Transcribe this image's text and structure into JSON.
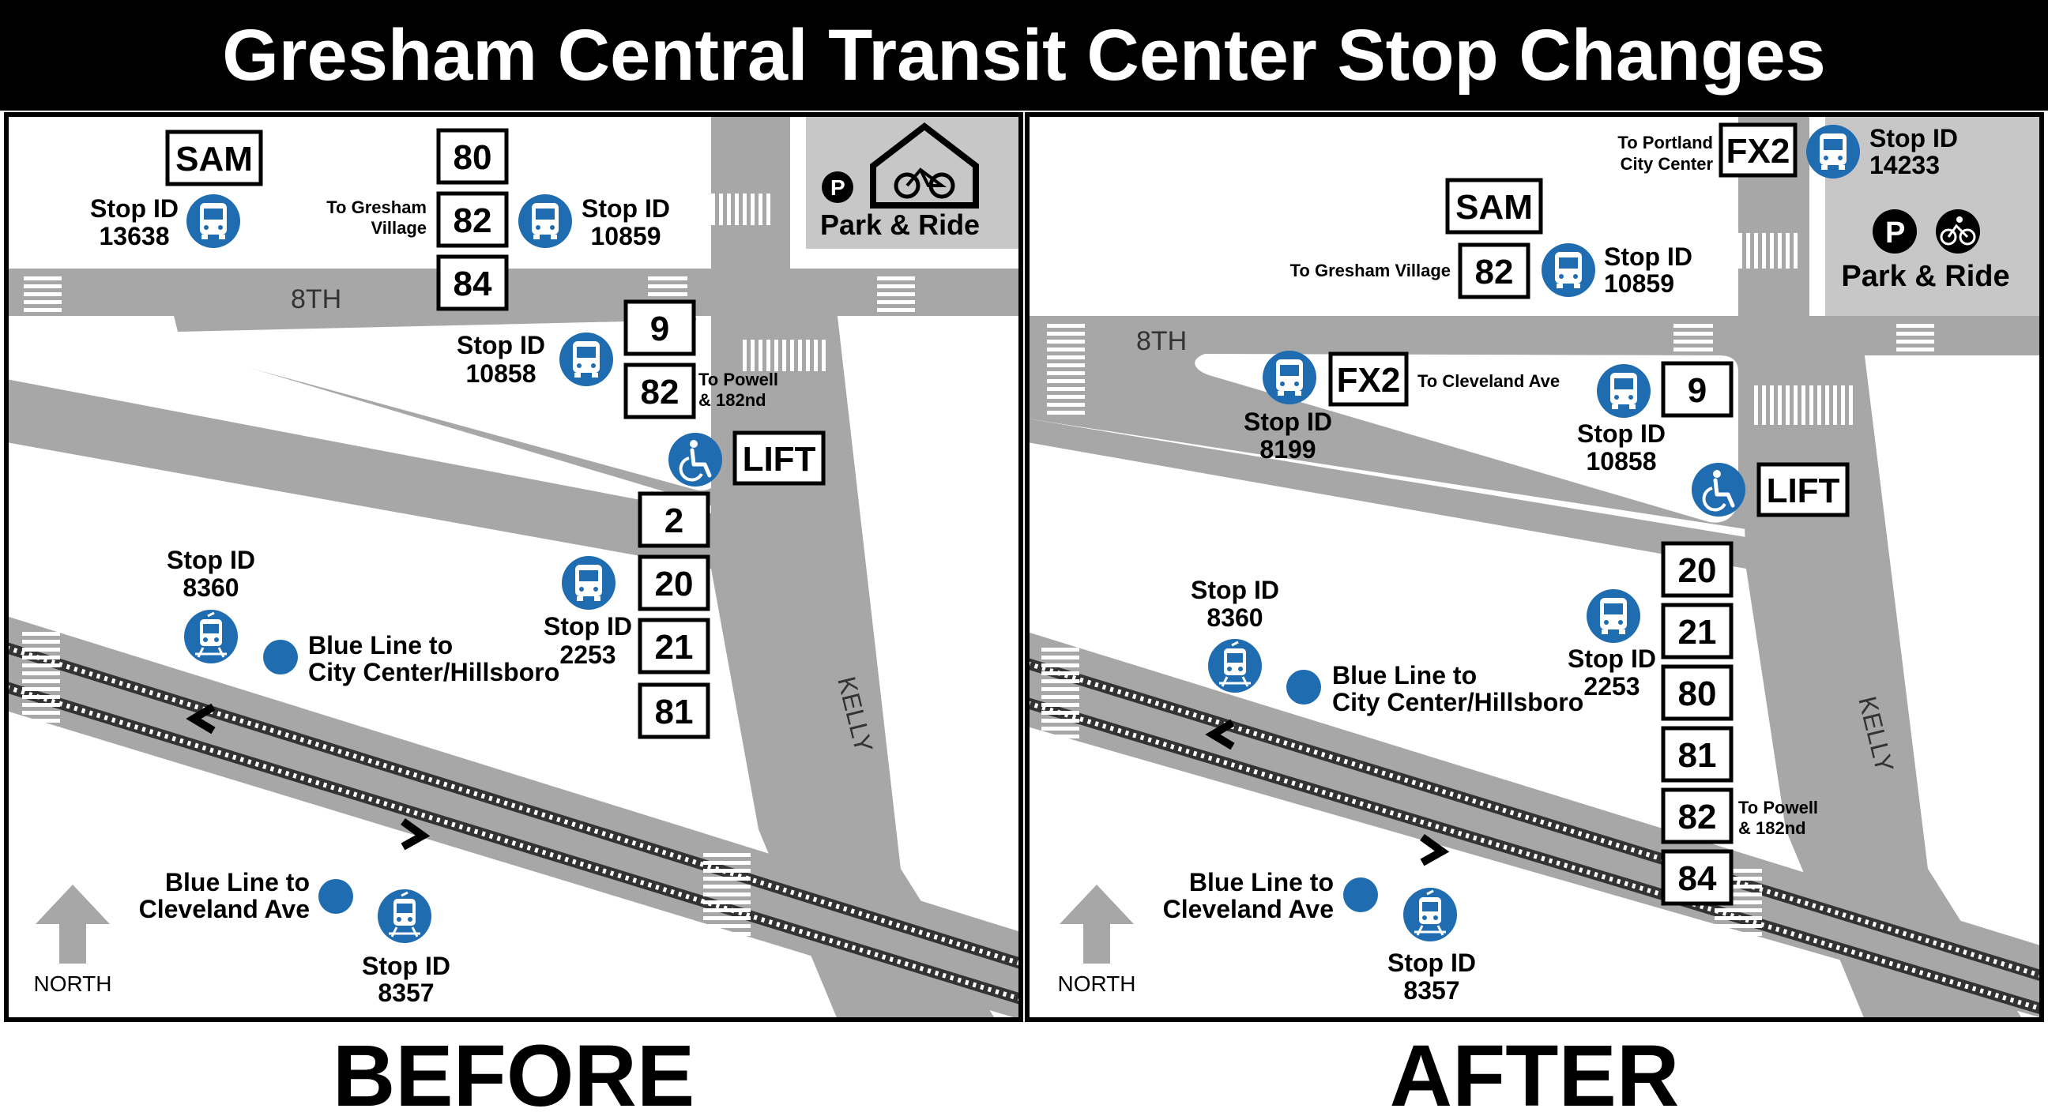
{
  "title": "Gresham Central Transit Center Stop Changes",
  "colors": {
    "transit_blue": "#1f6cb0",
    "road_gray": "#a7a7a7",
    "rail_dark": "#7d7d7d",
    "parking_gray": "#c7c7c7"
  },
  "before": {
    "label": "BEFORE",
    "street_8th": "8TH",
    "street_kelly": "KELLY",
    "north": "NORTH",
    "park_ride": {
      "label": "Park & Ride",
      "icons": [
        "parking-p-icon",
        "bike-shelter-icon"
      ]
    },
    "routes": [
      "SAM",
      "80",
      "82",
      "84",
      "9",
      "82",
      "2",
      "20",
      "21",
      "81"
    ],
    "lift": "LIFT",
    "stops": [
      {
        "label": "Stop ID",
        "id": "13638",
        "icon": "bus-icon"
      },
      {
        "label": "Stop ID",
        "id": "10859",
        "icon": "bus-icon"
      },
      {
        "label": "Stop ID",
        "id": "10858",
        "icon": "bus-icon"
      },
      {
        "label": "Stop ID",
        "id": "2253",
        "icon": "bus-icon"
      },
      {
        "label": "Stop ID",
        "id": "8360",
        "icon": "train-icon"
      },
      {
        "label": "Stop ID",
        "id": "8357",
        "icon": "train-icon"
      }
    ],
    "notes": {
      "to_gresham_village": [
        "To Gresham",
        "Village"
      ],
      "to_powell": [
        "To Powell",
        "& 182nd"
      ],
      "blue_line_city": [
        "Blue Line to",
        "City Center/Hillsboro"
      ],
      "blue_line_cleveland": [
        "Blue Line to",
        "Cleveland Ave"
      ]
    }
  },
  "after": {
    "label": "AFTER",
    "street_8th": "8TH",
    "street_kelly": "KELLY",
    "north": "NORTH",
    "park_ride": {
      "label": "Park & Ride",
      "icons": [
        "parking-p-icon",
        "bicycle-icon"
      ]
    },
    "routes": [
      "FX2",
      "SAM",
      "82",
      "FX2",
      "9",
      "20",
      "21",
      "80",
      "81",
      "82",
      "84"
    ],
    "lift": "LIFT",
    "stops": [
      {
        "label": "Stop ID",
        "id": "14233",
        "icon": "bus-icon"
      },
      {
        "label": "Stop ID",
        "id": "10859",
        "icon": "bus-icon"
      },
      {
        "label": "Stop ID",
        "id": "8199",
        "icon": "bus-icon"
      },
      {
        "label": "Stop ID",
        "id": "10858",
        "icon": "bus-icon"
      },
      {
        "label": "Stop ID",
        "id": "2253",
        "icon": "bus-icon"
      },
      {
        "label": "Stop ID",
        "id": "8360",
        "icon": "train-icon"
      },
      {
        "label": "Stop ID",
        "id": "8357",
        "icon": "train-icon"
      }
    ],
    "notes": {
      "to_portland": [
        "To Portland",
        "City Center"
      ],
      "to_gresham_village": "To Gresham Village",
      "to_cleveland": "To Cleveland Ave",
      "to_powell": [
        "To Powell",
        "& 182nd"
      ],
      "blue_line_city": [
        "Blue Line to",
        "City Center/Hillsboro"
      ],
      "blue_line_cleveland": [
        "Blue Line to",
        "Cleveland Ave"
      ]
    }
  }
}
